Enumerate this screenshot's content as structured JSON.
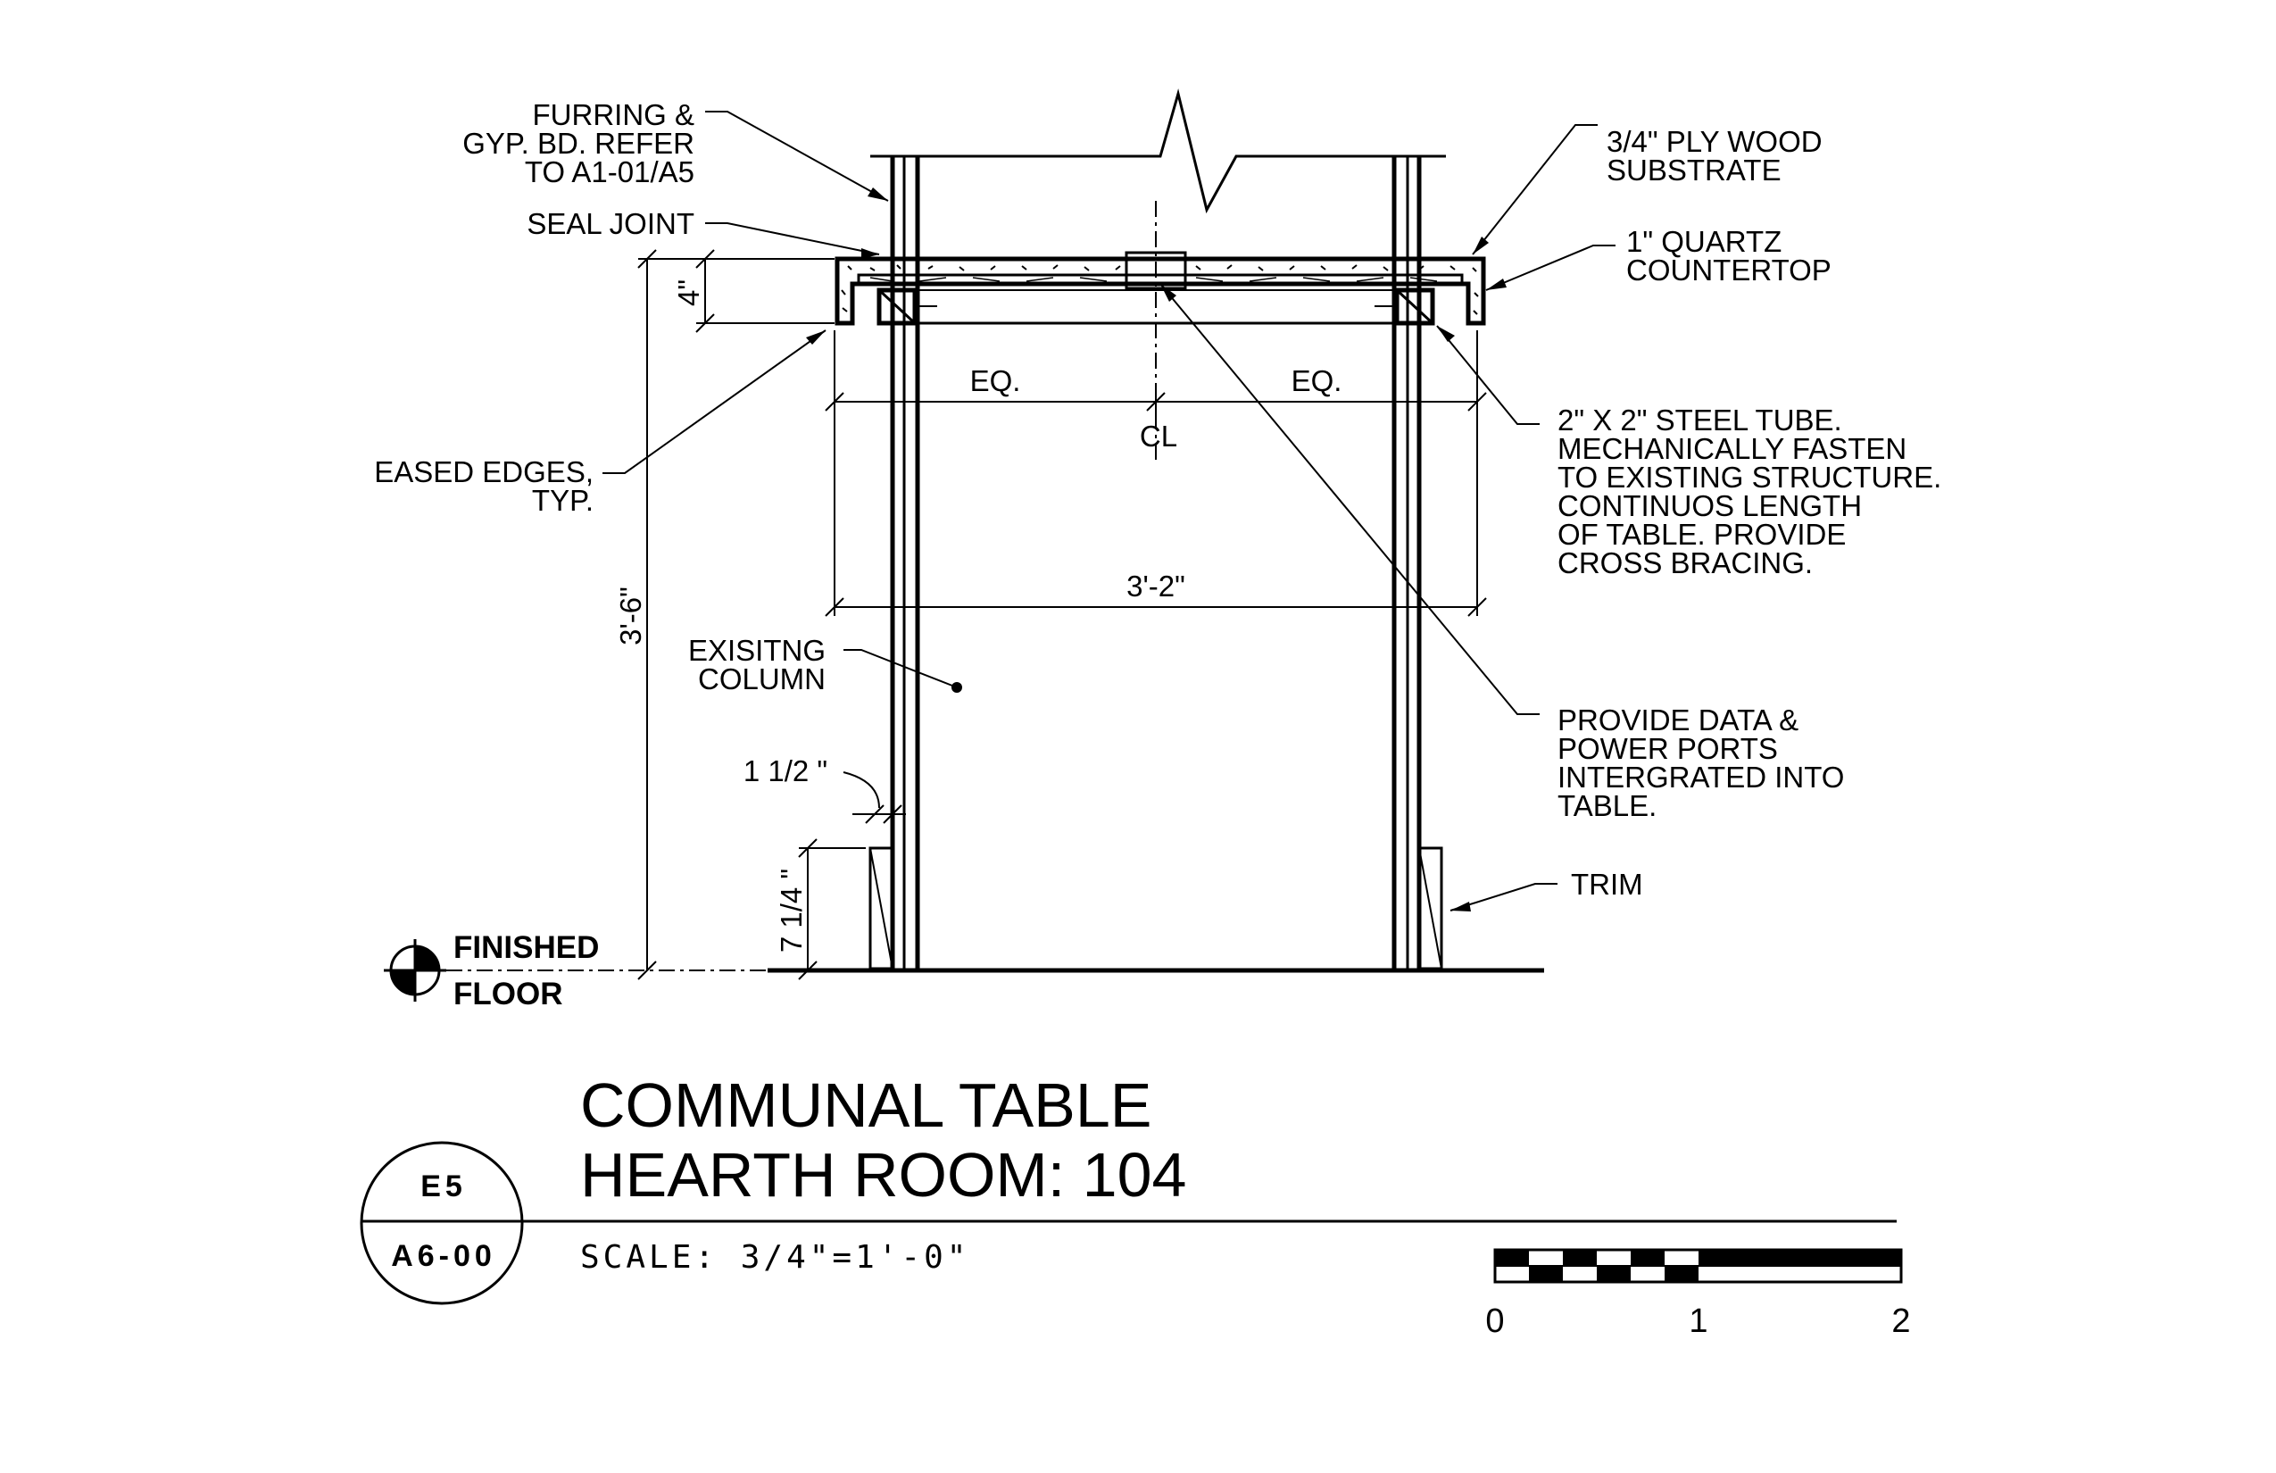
{
  "title": {
    "line1": "COMMUNAL TABLE",
    "line2": "HEARTH ROOM: 104"
  },
  "scale": "SCALE:  3/4\"=1'-0\"",
  "bubble": {
    "detail": "E5",
    "sheet": "A6-00"
  },
  "scale_bar": {
    "labels": [
      "0",
      "1",
      "2"
    ]
  },
  "notes": {
    "furring": [
      "FURRING &",
      "GYP. BD. REFER",
      "TO A1-01/A5"
    ],
    "seal_joint": [
      "SEAL JOINT"
    ],
    "plywood": [
      "3/4\" PLY WOOD",
      "SUBSTRATE"
    ],
    "quartz": [
      "1\" QUARTZ",
      "COUNTERTOP"
    ],
    "eased_edges": [
      "EASED EDGES,",
      "TYP."
    ],
    "steel_tube": [
      "2\" X 2\" STEEL TUBE.",
      "MECHANICALLY FASTEN",
      "TO EXISTING STRUCTURE.",
      "CONTINUOS LENGTH",
      "OF TABLE. PROVIDE",
      "CROSS BRACING."
    ],
    "existing_column": [
      "EXISITNG",
      "COLUMN"
    ],
    "data_ports": [
      "PROVIDE DATA &",
      "POWER PORTS",
      "INTERGRATED INTO",
      "TABLE."
    ],
    "trim": [
      "TRIM"
    ]
  },
  "dimensions": {
    "eq_left": "EQ.",
    "eq_right": "EQ.",
    "centerline": "CL",
    "overall_width": "3'-2\"",
    "top_thickness": "4\"",
    "overall_height": "3'-6\"",
    "trim_offset": "1 1/2 \"",
    "trim_height": "7 1/4 \""
  },
  "floor_label": [
    "FINISHED",
    "FLOOR"
  ]
}
